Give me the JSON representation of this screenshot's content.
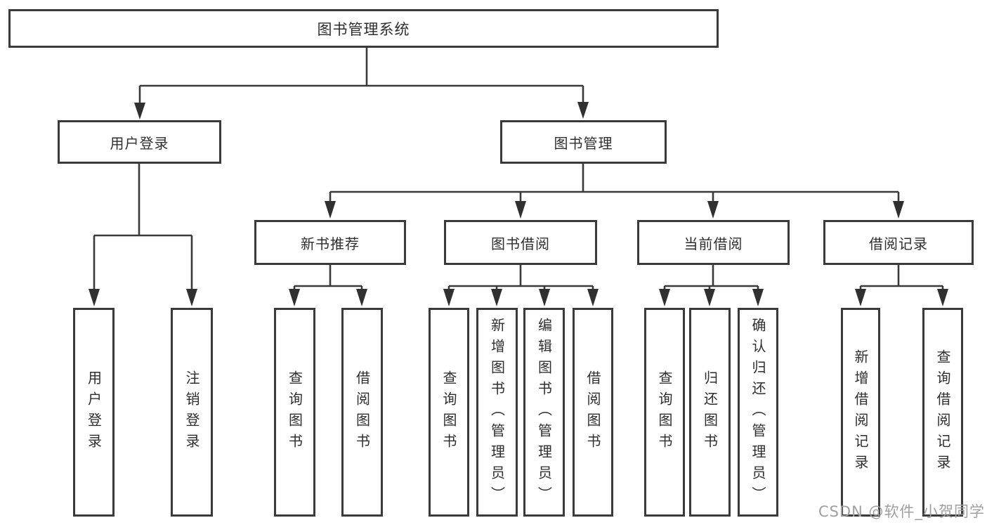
{
  "diagram": {
    "root": {
      "label": "图书管理系统"
    },
    "level2": [
      {
        "id": "user-login",
        "label": "用户登录"
      },
      {
        "id": "book-management",
        "label": "图书管理"
      }
    ],
    "level3": [
      {
        "id": "new-book-recommendation",
        "parent": "图书管理",
        "label": "新书推荐"
      },
      {
        "id": "book-borrowing",
        "parent": "图书管理",
        "label": "图书借阅"
      },
      {
        "id": "current-borrowing",
        "parent": "图书管理",
        "label": "当前借阅"
      },
      {
        "id": "borrowing-records",
        "parent": "图书管理",
        "label": "借阅记录"
      }
    ],
    "leaves": [
      {
        "parent": "用户登录",
        "label": "用户登录"
      },
      {
        "parent": "用户登录",
        "label": "注销登录"
      },
      {
        "parent": "新书推荐",
        "label": "查询图书"
      },
      {
        "parent": "新书推荐",
        "label": "借阅图书"
      },
      {
        "parent": "图书借阅",
        "label": "查询图书"
      },
      {
        "parent": "图书借阅",
        "label": "新增图书（管理员）"
      },
      {
        "parent": "图书借阅",
        "label": "编辑图书（管理员）"
      },
      {
        "parent": "图书借阅",
        "label": "借阅图书"
      },
      {
        "parent": "当前借阅",
        "label": "查询图书"
      },
      {
        "parent": "当前借阅",
        "label": "归还图书"
      },
      {
        "parent": "当前借阅",
        "label": "确认归还（管理员）"
      },
      {
        "parent": "借阅记录",
        "label": "新增借阅记录"
      },
      {
        "parent": "借阅记录",
        "label": "查询借阅记录"
      }
    ],
    "watermark": "CSDN @软件_小贺同学",
    "colors": {
      "line": "#3a3a3a",
      "arrow": "#303030",
      "text": "#2e2e2e",
      "watermark": "#9f9f9f",
      "background": "#ffffff"
    }
  }
}
